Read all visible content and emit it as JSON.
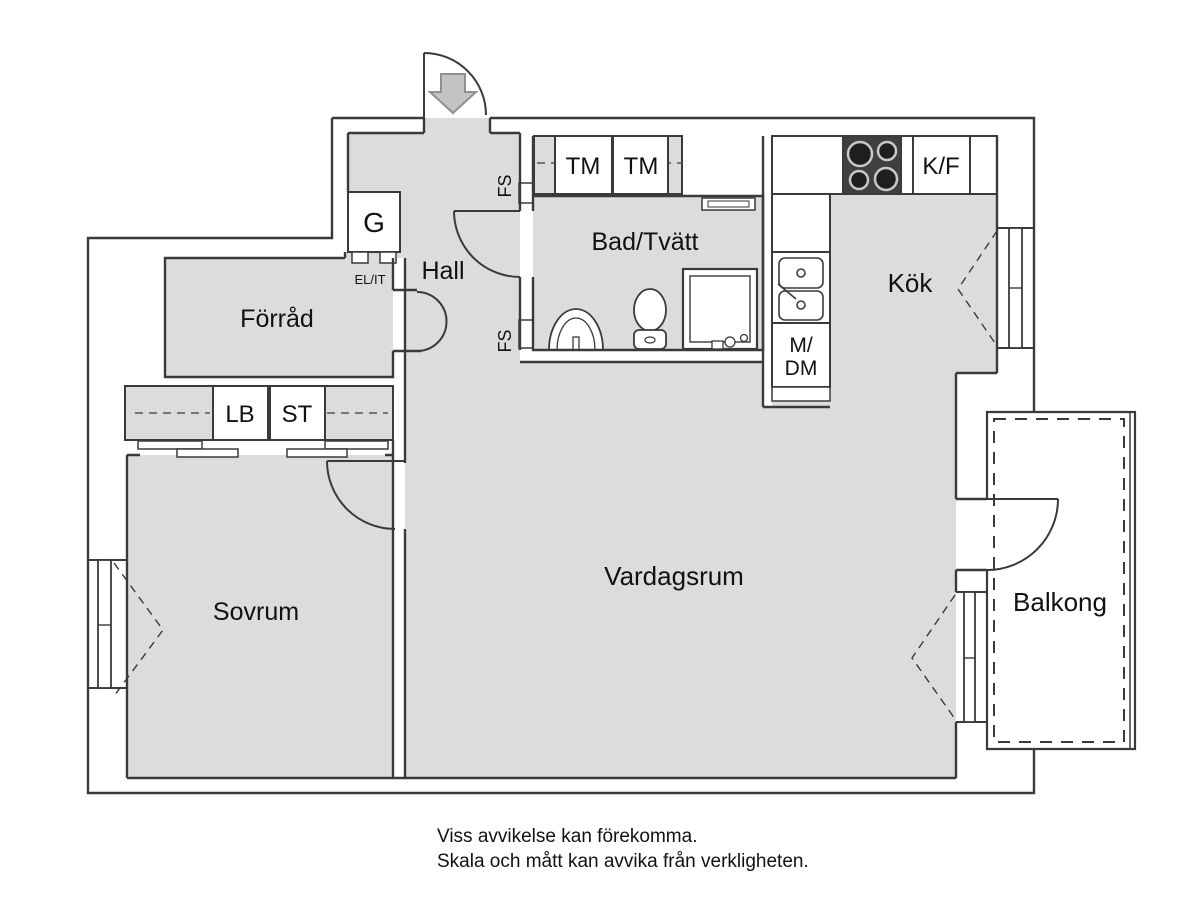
{
  "plan": {
    "rooms": {
      "hall": "Hall",
      "bad_tvatt": "Bad/Tvätt",
      "kok": "Kök",
      "forrad": "Förråd",
      "sovrum": "Sovrum",
      "vardagsrum": "Vardagsrum",
      "balkong": "Balkong"
    },
    "fixtures": {
      "g": "G",
      "el_it": "EL/IT",
      "fs_upper": "FS",
      "fs_lower": "FS",
      "tm_1": "TM",
      "tm_2": "TM",
      "kf": "K/F",
      "m_dm_line1": "M/",
      "m_dm_line2": "DM",
      "lb": "LB",
      "st": "ST"
    },
    "colors": {
      "floor": "#dcdcdc",
      "wall_line": "#3a3a3a",
      "stove": "#3f3f3f",
      "arrow_fill": "#c3c3c3"
    },
    "footer": {
      "line1": "Viss avvikelse kan förekomma.",
      "line2": "Skala och mått kan avvika från verkligheten."
    }
  }
}
